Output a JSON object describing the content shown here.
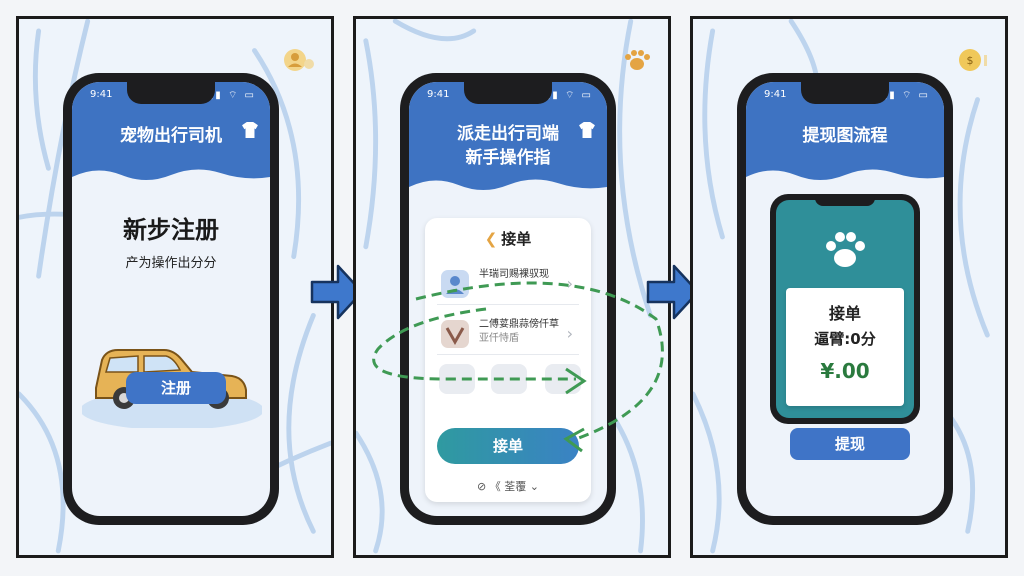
{
  "colors": {
    "header_blue": "#3e73c2",
    "button_blue": "#3f74c7",
    "button_teal": "#2f9aa0",
    "arrow_blue": "#3e78cc",
    "dashed_green": "#3f9a54",
    "inner_teal": "#2f8f99"
  },
  "panels": [
    {
      "status_time": "9:41",
      "header_title": "宠物出行司机",
      "big_title": "新步注册",
      "subtitle": "产为操作出分分",
      "button_label": "注册",
      "corner_icon": "user-badge-icon"
    },
    {
      "status_time": "9:41",
      "header_title_line1": "派走出行司端",
      "header_title_line2": "新手操作指",
      "card_title": "接单",
      "rows": [
        {
          "line1": "半瑞司赐裸驭现",
          "line2": ""
        },
        {
          "line1": "二傅荽鼎蒜傍仟草",
          "line2": "亚仟恃盾"
        }
      ],
      "button_label": "接单",
      "footer_text": "《 荃覆 ⌄",
      "corner_icon": "paw-icon"
    },
    {
      "status_time": "9:41",
      "header_title": "提现图流程",
      "receipt_title": "接单",
      "receipt_line": "逼臂:0分",
      "amount": "¥.00",
      "button_label": "提现",
      "corner_icon": "coin-icon"
    }
  ],
  "icons": {
    "arrow": "right-arrow-icon",
    "car": "car-icon",
    "paw": "paw-icon",
    "wifi": "wifi-icon",
    "battery": "battery-icon",
    "signal": "signal-icon"
  }
}
